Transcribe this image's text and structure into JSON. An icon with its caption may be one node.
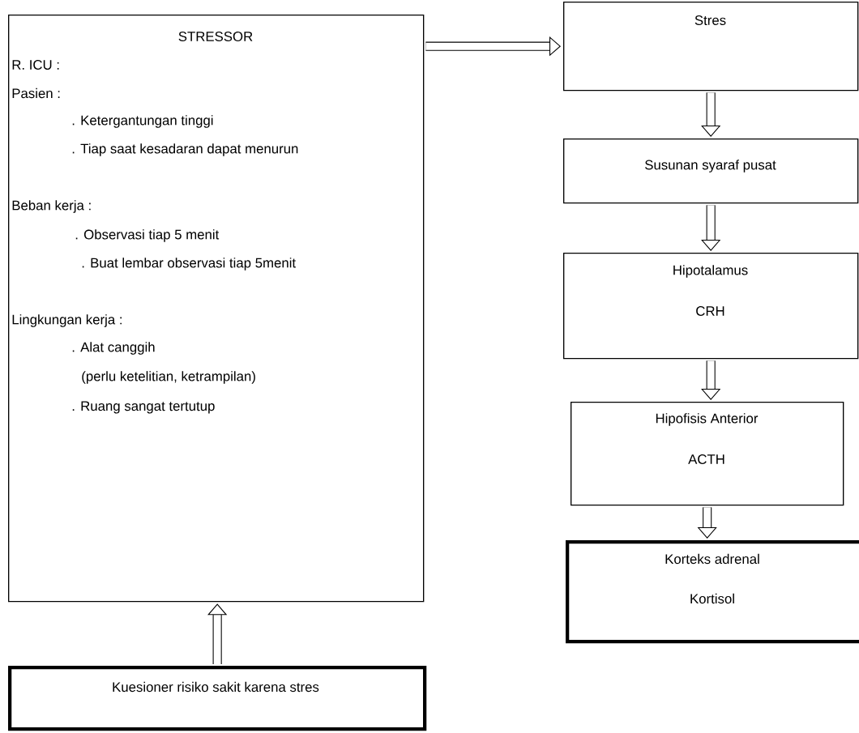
{
  "diagram": {
    "nodes": [
      {
        "text": [
          "STRESSOR",
          "R. ICU :",
          "Pasien :",
          ". Ketergantungan tinggi",
          ". Tiap saat kesadaran dapat menurun",
          "Beban kerja :",
          ". Observasi tiap 5 menit",
          ". Buat lembar observasi tiap 5menit",
          "Lingkungan kerja :",
          ". Alat canggih",
          "(perlu ketelitian, ketrampilan)",
          ". Ruang sangat tertutup"
        ]
      },
      {
        "text": [
          "Stres"
        ]
      },
      {
        "text": [
          "Susunan syaraf pusat"
        ]
      },
      {
        "text": [
          "Hipotalamus",
          "CRH"
        ]
      },
      {
        "text": [
          "Hipofisis Anterior",
          "ACTH"
        ]
      },
      {
        "text": [
          "Korteks adrenal",
          "Kortisol"
        ]
      },
      {
        "text": [
          "Kuesioner risiko sakit karena stres"
        ]
      }
    ],
    "edges": [
      {
        "from": 0,
        "to": 1,
        "arrow": "to"
      },
      {
        "from": 1,
        "to": 2,
        "arrow": "to"
      },
      {
        "from": 2,
        "to": 3,
        "arrow": "to"
      },
      {
        "from": 3,
        "to": 4,
        "arrow": "to"
      },
      {
        "from": 4,
        "to": 5,
        "arrow": "to"
      },
      {
        "from": 6,
        "to": 0,
        "arrow": "to"
      }
    ]
  }
}
